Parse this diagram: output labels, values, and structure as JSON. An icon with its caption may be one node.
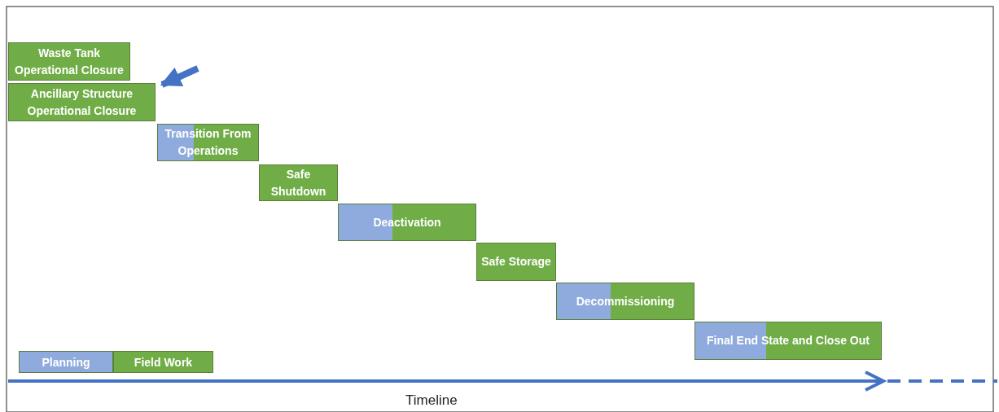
{
  "diagram": {
    "nodes": [
      {
        "text": [
          "Waste Tank Operational Closure"
        ]
      },
      {
        "text": [
          "Ancillary Structure Operational Closure"
        ]
      },
      {
        "text": [
          "Transition From Operations"
        ]
      },
      {
        "text": [
          "Safe Shutdown"
        ]
      },
      {
        "text": [
          "Deactivation"
        ]
      },
      {
        "text": [
          "Safe Storage"
        ]
      },
      {
        "text": [
          "Decommissioning"
        ]
      },
      {
        "text": [
          "Final End State and Close Out"
        ]
      }
    ],
    "edges": [
      {
        "from": null,
        "to": 1,
        "arrow": "to"
      }
    ],
    "labels": [
      "Timeline"
    ],
    "legend": [
      {
        "text": "Planning",
        "color": "#8faadc"
      },
      {
        "text": "Field Work",
        "color": "#70ad47"
      }
    ]
  }
}
